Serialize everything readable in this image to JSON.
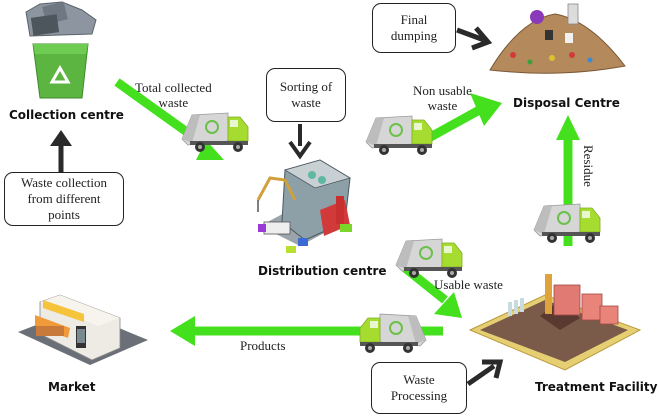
{
  "colors": {
    "flow_arrow": "#44e01e",
    "note_arrow": "#2a2a2a",
    "bin_green": "#5bb540",
    "truck_green": "#9ad62a",
    "truck_body": "#d9d9d9"
  },
  "nodes": {
    "collection": {
      "label": "Collection centre",
      "icon": "recycle-bin-icon"
    },
    "distribution": {
      "label": "Distribution centre",
      "icon": "factory-building-icon"
    },
    "disposal": {
      "label": "Disposal Centre",
      "icon": "garbage-heap-icon"
    },
    "treatment": {
      "label": "Treatment Facility",
      "icon": "treatment-plant-icon"
    },
    "market": {
      "label": "Market",
      "icon": "market-shop-icon"
    }
  },
  "flows": {
    "total_collected": {
      "label_line1": "Total collected",
      "label_line2": "waste"
    },
    "non_usable": {
      "label_line1": "Non usable",
      "label_line2": "waste"
    },
    "residue": {
      "label": "Residue"
    },
    "usable": {
      "label": "Usable waste"
    },
    "products": {
      "label": "Products"
    }
  },
  "notes": {
    "waste_collection": "Waste collection\nfrom different\npoints",
    "sorting": "Sorting of\nwaste",
    "final_dumping": "Final\ndumping",
    "waste_processing": "Waste\nProcessing"
  },
  "icons": {
    "truck": "garbage-truck-icon",
    "recycle": "recycle-symbol-icon"
  }
}
